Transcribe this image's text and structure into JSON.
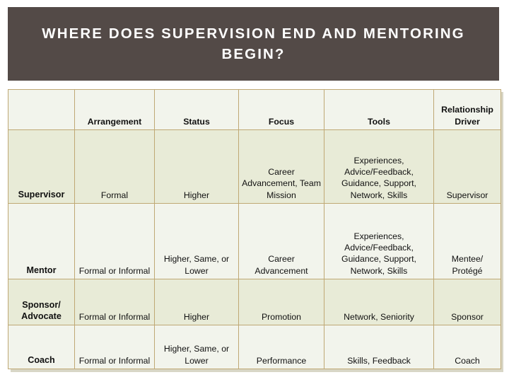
{
  "slide": {
    "title": "WHERE DOES SUPERVISION END AND MENTORING BEGIN?"
  },
  "colors": {
    "banner_bg": "#534a47",
    "banner_text": "#ffffff",
    "table_border": "#bfa874",
    "row_shade_odd": "#e8ebd7",
    "row_shade_even": "#f2f4ec",
    "body_bg": "#ffffff"
  },
  "table": {
    "headers": [
      "",
      "Arrangement",
      "Status",
      "Focus",
      "Tools",
      "Relationship Driver"
    ],
    "rows": [
      {
        "label": "Supervisor",
        "arrangement": "Formal",
        "status": "Higher",
        "focus": "Career Advancement, Team Mission",
        "tools": "Experiences, Advice/Feedback, Guidance, Support, Network, Skills",
        "relationship_driver": "Supervisor"
      },
      {
        "label": "Mentor",
        "arrangement": "Formal or Informal",
        "status": "Higher, Same, or Lower",
        "focus": "Career Advancement",
        "tools": "Experiences, Advice/Feedback, Guidance, Support, Network, Skills",
        "relationship_driver": "Mentee/ Protégé"
      },
      {
        "label": "Sponsor/ Advocate",
        "arrangement": "Formal or Informal",
        "status": "Higher",
        "focus": "Promotion",
        "tools": "Network, Seniority",
        "relationship_driver": "Sponsor"
      },
      {
        "label": "Coach",
        "arrangement": "Formal or Informal",
        "status": "Higher, Same, or Lower",
        "focus": "Performance",
        "tools": "Skills, Feedback",
        "relationship_driver": "Coach"
      }
    ]
  }
}
